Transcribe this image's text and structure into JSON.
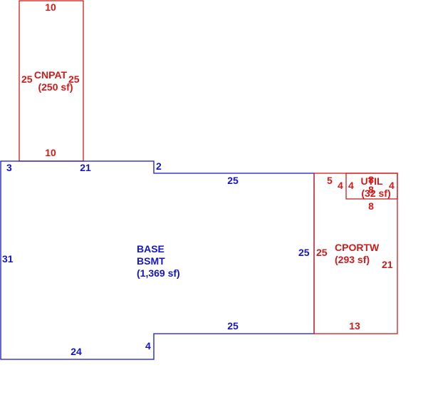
{
  "colors": {
    "base": "#1515c8",
    "addition": "#d11a1a",
    "background": "#ffffff"
  },
  "areas": {
    "cnpat": {
      "code": "CNPAT",
      "area": "(250 sf)"
    },
    "base": {
      "code_line1": "BASE",
      "code_line2": "BSMT",
      "area": "(1,369 sf)"
    },
    "util": {
      "code": "UTIL",
      "area": "(32 sf)"
    },
    "cportw": {
      "code": "CPORTW",
      "area": "(293 sf)"
    }
  },
  "dimensions": {
    "cnpat_top": "10",
    "cnpat_left": "25",
    "cnpat_right": "25",
    "cnpat_bottom": "10",
    "base_left_top": "3",
    "base_top_left": "21",
    "base_step_top": "2",
    "base_top_right": "25",
    "base_left": "31",
    "base_right": "25",
    "base_bottom_right": "25",
    "base_step_bottom": "4",
    "base_bottom_left": "24",
    "cportw_left": "25",
    "cportw_right": "21",
    "cportw_bottom": "13",
    "cportw_top_small": "5",
    "util_left_a": "4",
    "util_left_b": "4",
    "util_top": "8",
    "util_right": "4",
    "util_inner": "8",
    "util_bottom": "8"
  }
}
